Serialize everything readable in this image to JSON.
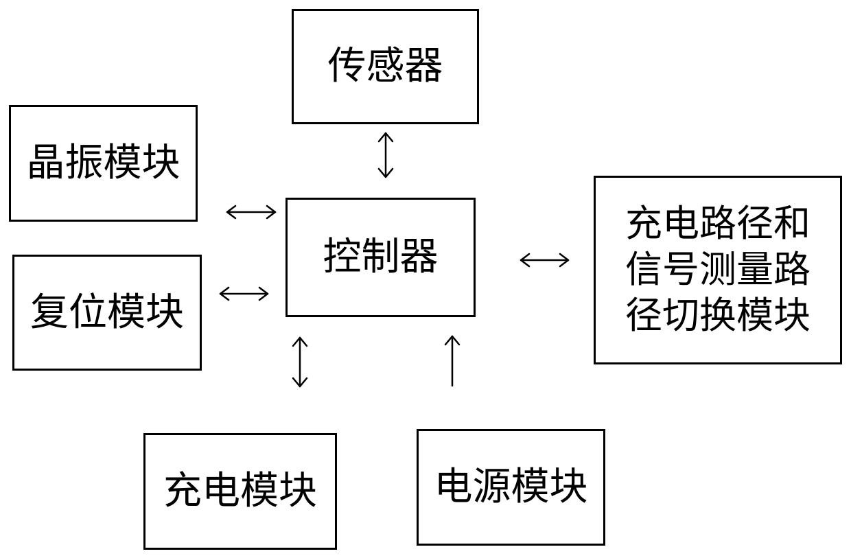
{
  "nodes": {
    "sensor": "传感器",
    "crystal": "晶振模块",
    "controller": "控制器",
    "reset": "复位模块",
    "switch_lines": [
      "充电路径和",
      "信号测量路",
      "径切换模块"
    ],
    "charge": "充电模块",
    "power": "电源模块"
  },
  "edges": [
    {
      "from": "sensor",
      "to": "controller",
      "direction": "bidirectional"
    },
    {
      "from": "crystal",
      "to": "controller",
      "direction": "bidirectional"
    },
    {
      "from": "reset",
      "to": "controller",
      "direction": "bidirectional"
    },
    {
      "from": "controller",
      "to": "switch",
      "direction": "bidirectional"
    },
    {
      "from": "charge",
      "to": "controller",
      "direction": "bidirectional"
    },
    {
      "from": "power",
      "to": "controller",
      "direction": "to-controller"
    }
  ]
}
